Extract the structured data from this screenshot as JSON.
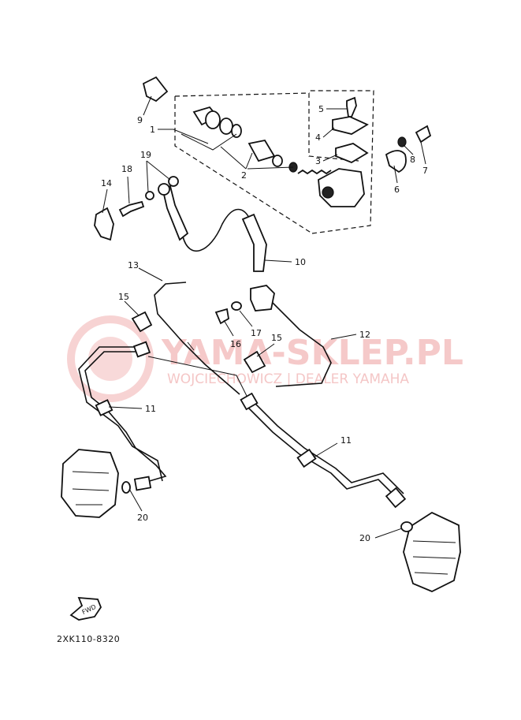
{
  "watermark": {
    "title": "YAMA-SKLEP.PL",
    "subtitle": "WOJCIECHOWICZ | DEALER YAMAHA"
  },
  "diagram_code": "2XK110-8320",
  "fwd_label": "FWD",
  "callouts": [
    {
      "id": "c1",
      "text": "1"
    },
    {
      "id": "c2",
      "text": "2"
    },
    {
      "id": "c3",
      "text": "3"
    },
    {
      "id": "c4",
      "text": "4"
    },
    {
      "id": "c5",
      "text": "5"
    },
    {
      "id": "c6",
      "text": "6"
    },
    {
      "id": "c7",
      "text": "7"
    },
    {
      "id": "c8",
      "text": "8"
    },
    {
      "id": "c9",
      "text": "9"
    },
    {
      "id": "c10",
      "text": "10"
    },
    {
      "id": "c11a",
      "text": "11"
    },
    {
      "id": "c11b",
      "text": "11"
    },
    {
      "id": "c12",
      "text": "12"
    },
    {
      "id": "c13",
      "text": "13"
    },
    {
      "id": "c14",
      "text": "14"
    },
    {
      "id": "c15a",
      "text": "15"
    },
    {
      "id": "c15b",
      "text": "15"
    },
    {
      "id": "c16",
      "text": "16"
    },
    {
      "id": "c17",
      "text": "17"
    },
    {
      "id": "c18",
      "text": "18"
    },
    {
      "id": "c19",
      "text": "19"
    },
    {
      "id": "c20a",
      "text": "20"
    },
    {
      "id": "c20b",
      "text": "20"
    }
  ],
  "colors": {
    "ink": "#111111",
    "watermark": "#f2b3b3"
  }
}
